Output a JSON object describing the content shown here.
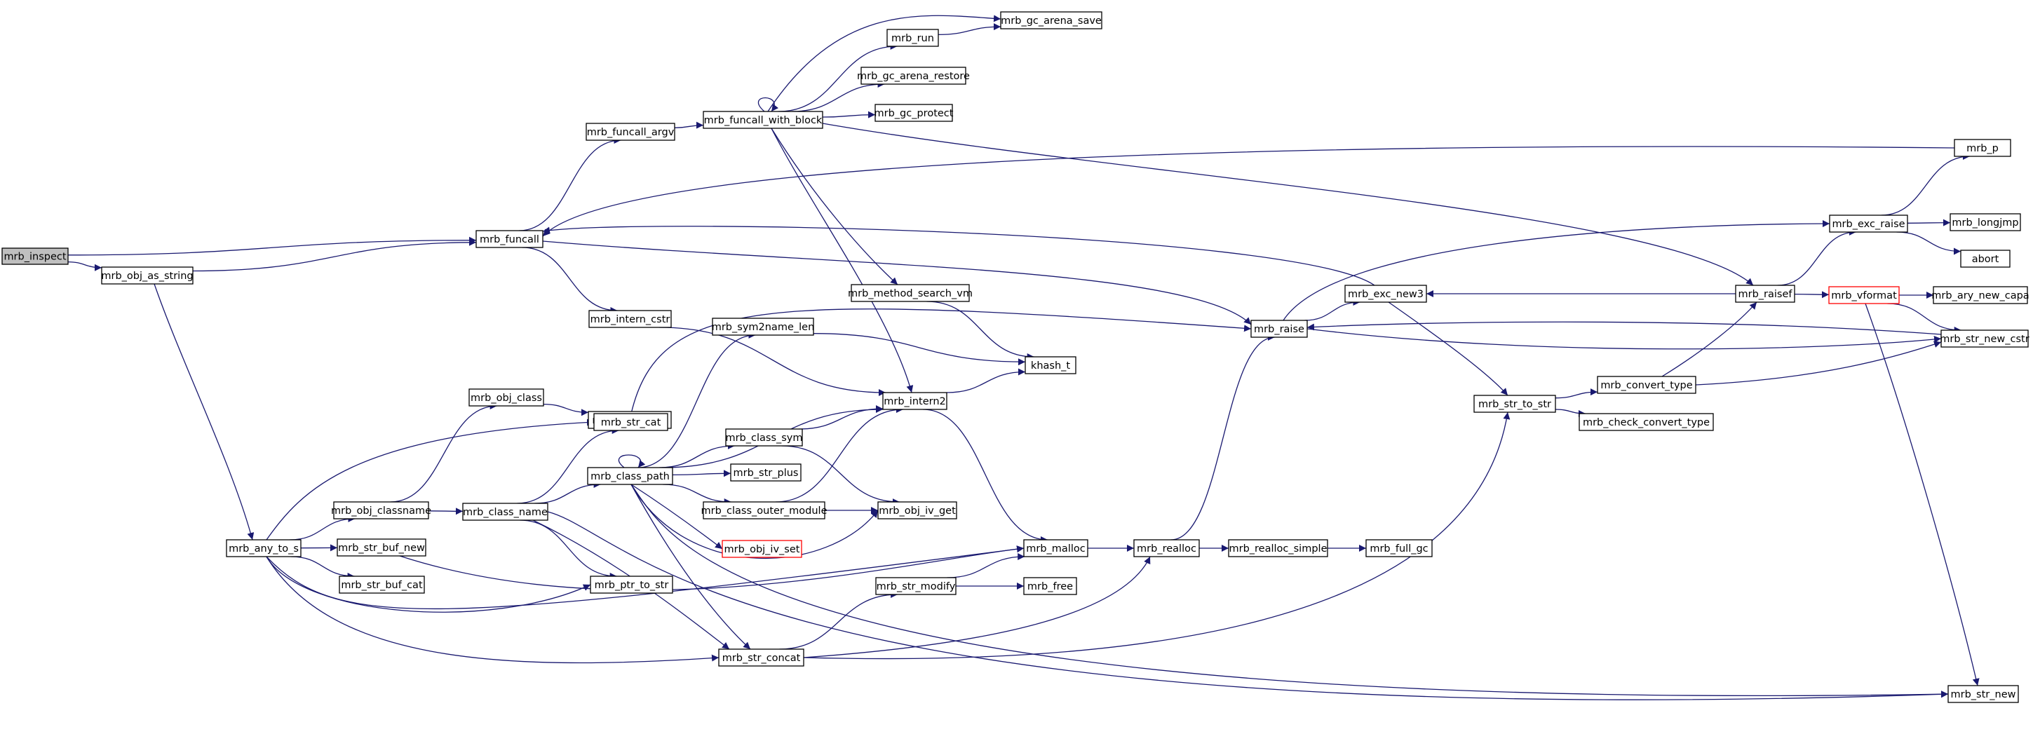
{
  "graph": {
    "colors": {
      "edge": "#191970",
      "node_border": "#000000",
      "node_fill": "#ffffff",
      "root_fill": "#bfbfbf",
      "incomplete_border": "#ff0000"
    },
    "nodes": [
      {
        "id": "mrb_inspect",
        "label": "mrb_inspect",
        "root": true
      },
      {
        "id": "mrb_obj_as_string",
        "label": "mrb_obj_as_string"
      },
      {
        "id": "mrb_funcall",
        "label": "mrb_funcall"
      },
      {
        "id": "mrb_any_to_s",
        "label": "mrb_any_to_s"
      },
      {
        "id": "mrb_funcall_argv",
        "label": "mrb_funcall_argv"
      },
      {
        "id": "mrb_funcall_with_block",
        "label": "mrb_funcall_with_block"
      },
      {
        "id": "mrb_run",
        "label": "mrb_run"
      },
      {
        "id": "mrb_gc_arena_save",
        "label": "mrb_gc_arena_save"
      },
      {
        "id": "mrb_gc_arena_restore",
        "label": "mrb_gc_arena_restore"
      },
      {
        "id": "mrb_gc_protect",
        "label": "mrb_gc_protect"
      },
      {
        "id": "mrb_p",
        "label": "mrb_p"
      },
      {
        "id": "mrb_method_search_vm",
        "label": "mrb_method_search_vm"
      },
      {
        "id": "mrb_intern_cstr",
        "label": "mrb_intern_cstr"
      },
      {
        "id": "mrb_sym2name_len",
        "label": "mrb_sym2name_len"
      },
      {
        "id": "khash_t",
        "label": "khash_t"
      },
      {
        "id": "mrb_obj_class",
        "label": "mrb_obj_class"
      },
      {
        "id": "mrb_class_real",
        "label": "mrb_class_real"
      },
      {
        "id": "mrb_str_cat",
        "label": "mrb_str_cat"
      },
      {
        "id": "mrb_intern2",
        "label": "mrb_intern2"
      },
      {
        "id": "mrb_class_path",
        "label": "mrb_class_path"
      },
      {
        "id": "mrb_class_sym",
        "label": "mrb_class_sym"
      },
      {
        "id": "mrb_str_plus",
        "label": "mrb_str_plus"
      },
      {
        "id": "mrb_class_outer_module",
        "label": "mrb_class_outer_module"
      },
      {
        "id": "mrb_obj_iv_get",
        "label": "mrb_obj_iv_get"
      },
      {
        "id": "mrb_obj_iv_set",
        "label": "mrb_obj_iv_set",
        "incomplete": true
      },
      {
        "id": "mrb_obj_classname",
        "label": "mrb_obj_classname"
      },
      {
        "id": "mrb_class_name",
        "label": "mrb_class_name"
      },
      {
        "id": "mrb_str_buf_new",
        "label": "mrb_str_buf_new"
      },
      {
        "id": "mrb_str_buf_cat",
        "label": "mrb_str_buf_cat"
      },
      {
        "id": "mrb_ptr_to_str",
        "label": "mrb_ptr_to_str"
      },
      {
        "id": "mrb_malloc",
        "label": "mrb_malloc"
      },
      {
        "id": "mrb_str_modify",
        "label": "mrb_str_modify"
      },
      {
        "id": "mrb_free",
        "label": "mrb_free"
      },
      {
        "id": "mrb_str_concat",
        "label": "mrb_str_concat"
      },
      {
        "id": "mrb_realloc",
        "label": "mrb_realloc"
      },
      {
        "id": "mrb_realloc_simple",
        "label": "mrb_realloc_simple"
      },
      {
        "id": "mrb_full_gc",
        "label": "mrb_full_gc"
      },
      {
        "id": "mrb_raise",
        "label": "mrb_raise"
      },
      {
        "id": "mrb_exc_new3",
        "label": "mrb_exc_new3"
      },
      {
        "id": "mrb_str_to_str",
        "label": "mrb_str_to_str"
      },
      {
        "id": "mrb_convert_type",
        "label": "mrb_convert_type"
      },
      {
        "id": "mrb_check_convert_type",
        "label": "mrb_check_convert_type"
      },
      {
        "id": "mrb_raisef",
        "label": "mrb_raisef"
      },
      {
        "id": "mrb_exc_raise",
        "label": "mrb_exc_raise"
      },
      {
        "id": "mrb_longjmp",
        "label": "mrb_longjmp"
      },
      {
        "id": "abort",
        "label": "abort"
      },
      {
        "id": "mrb_vformat",
        "label": "mrb_vformat",
        "incomplete": true
      },
      {
        "id": "mrb_ary_new_capa",
        "label": "mrb_ary_new_capa"
      },
      {
        "id": "mrb_str_new_cstr",
        "label": "mrb_str_new_cstr"
      },
      {
        "id": "mrb_str_new",
        "label": "mrb_str_new"
      }
    ],
    "edges": [
      [
        "mrb_inspect",
        "mrb_funcall"
      ],
      [
        "mrb_inspect",
        "mrb_obj_as_string"
      ],
      [
        "mrb_obj_as_string",
        "mrb_funcall"
      ],
      [
        "mrb_obj_as_string",
        "mrb_any_to_s"
      ],
      [
        "mrb_funcall",
        "mrb_funcall_argv"
      ],
      [
        "mrb_funcall",
        "mrb_intern_cstr"
      ],
      [
        "mrb_funcall",
        "mrb_raise"
      ],
      [
        "mrb_funcall_argv",
        "mrb_funcall_with_block"
      ],
      [
        "mrb_funcall_with_block",
        "mrb_funcall_with_block"
      ],
      [
        "mrb_funcall_with_block",
        "mrb_run"
      ],
      [
        "mrb_funcall_with_block",
        "mrb_gc_arena_save"
      ],
      [
        "mrb_funcall_with_block",
        "mrb_gc_arena_restore"
      ],
      [
        "mrb_funcall_with_block",
        "mrb_gc_protect"
      ],
      [
        "mrb_funcall_with_block",
        "mrb_method_search_vm"
      ],
      [
        "mrb_funcall_with_block",
        "mrb_intern2"
      ],
      [
        "mrb_funcall_with_block",
        "mrb_raisef"
      ],
      [
        "mrb_run",
        "mrb_gc_arena_save"
      ],
      [
        "mrb_p",
        "mrb_funcall"
      ],
      [
        "mrb_method_search_vm",
        "khash_t"
      ],
      [
        "mrb_intern_cstr",
        "mrb_intern2"
      ],
      [
        "mrb_sym2name_len",
        "khash_t"
      ],
      [
        "mrb_intern2",
        "khash_t"
      ],
      [
        "mrb_intern2",
        "mrb_malloc"
      ],
      [
        "mrb_obj_class",
        "mrb_class_real"
      ],
      [
        "mrb_any_to_s",
        "mrb_str_cat"
      ],
      [
        "mrb_any_to_s",
        "mrb_obj_classname"
      ],
      [
        "mrb_any_to_s",
        "mrb_str_buf_new"
      ],
      [
        "mrb_any_to_s",
        "mrb_str_buf_cat"
      ],
      [
        "mrb_any_to_s",
        "mrb_ptr_to_str"
      ],
      [
        "mrb_any_to_s",
        "mrb_malloc"
      ],
      [
        "mrb_any_to_s",
        "mrb_str_concat"
      ],
      [
        "mrb_obj_classname",
        "mrb_obj_class"
      ],
      [
        "mrb_obj_classname",
        "mrb_class_name"
      ],
      [
        "mrb_class_name",
        "mrb_str_cat"
      ],
      [
        "mrb_class_name",
        "mrb_class_path"
      ],
      [
        "mrb_class_name",
        "mrb_ptr_to_str"
      ],
      [
        "mrb_class_name",
        "mrb_str_concat"
      ],
      [
        "mrb_class_name",
        "mrb_str_new"
      ],
      [
        "mrb_str_buf_new",
        "mrb_malloc"
      ],
      [
        "mrb_class_path",
        "mrb_class_path"
      ],
      [
        "mrb_class_path",
        "mrb_sym2name_len"
      ],
      [
        "mrb_class_path",
        "mrb_intern2"
      ],
      [
        "mrb_class_path",
        "mrb_class_sym"
      ],
      [
        "mrb_class_path",
        "mrb_str_plus"
      ],
      [
        "mrb_class_path",
        "mrb_class_outer_module"
      ],
      [
        "mrb_class_path",
        "mrb_obj_iv_get"
      ],
      [
        "mrb_class_path",
        "mrb_obj_iv_set"
      ],
      [
        "mrb_class_path",
        "mrb_str_concat"
      ],
      [
        "mrb_class_path",
        "mrb_str_new"
      ],
      [
        "mrb_str_cat",
        "mrb_raise"
      ],
      [
        "mrb_class_sym",
        "mrb_intern2"
      ],
      [
        "mrb_class_sym",
        "mrb_obj_iv_get"
      ],
      [
        "mrb_class_outer_module",
        "mrb_intern2"
      ],
      [
        "mrb_class_outer_module",
        "mrb_obj_iv_get"
      ],
      [
        "mrb_str_concat",
        "mrb_str_modify"
      ],
      [
        "mrb_str_concat",
        "mrb_realloc"
      ],
      [
        "mrb_str_concat",
        "mrb_str_to_str"
      ],
      [
        "mrb_str_modify",
        "mrb_malloc"
      ],
      [
        "mrb_str_modify",
        "mrb_free"
      ],
      [
        "mrb_malloc",
        "mrb_realloc"
      ],
      [
        "mrb_realloc",
        "mrb_realloc_simple"
      ],
      [
        "mrb_realloc",
        "mrb_raise"
      ],
      [
        "mrb_realloc_simple",
        "mrb_full_gc"
      ],
      [
        "mrb_raise",
        "mrb_exc_new3"
      ],
      [
        "mrb_raise",
        "mrb_exc_raise"
      ],
      [
        "mrb_raise",
        "mrb_str_new_cstr"
      ],
      [
        "mrb_exc_new3",
        "mrb_funcall"
      ],
      [
        "mrb_exc_new3",
        "mrb_str_to_str"
      ],
      [
        "mrb_str_to_str",
        "mrb_convert_type"
      ],
      [
        "mrb_str_to_str",
        "mrb_check_convert_type"
      ],
      [
        "mrb_convert_type",
        "mrb_raisef"
      ],
      [
        "mrb_convert_type",
        "mrb_str_new_cstr"
      ],
      [
        "mrb_raisef",
        "mrb_exc_new3"
      ],
      [
        "mrb_raisef",
        "mrb_exc_raise"
      ],
      [
        "mrb_raisef",
        "mrb_vformat"
      ],
      [
        "mrb_exc_raise",
        "mrb_p"
      ],
      [
        "mrb_exc_raise",
        "mrb_longjmp"
      ],
      [
        "mrb_exc_raise",
        "abort"
      ],
      [
        "mrb_vformat",
        "mrb_ary_new_capa"
      ],
      [
        "mrb_vformat",
        "mrb_str_new_cstr"
      ],
      [
        "mrb_vformat",
        "mrb_str_new"
      ],
      [
        "mrb_str_new_cstr",
        "mrb_raise"
      ]
    ]
  }
}
